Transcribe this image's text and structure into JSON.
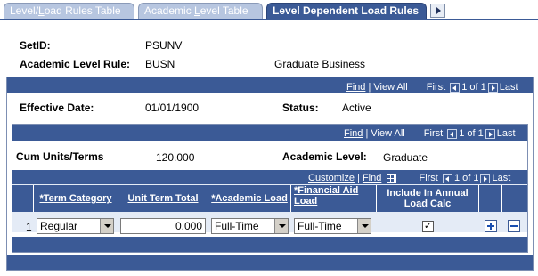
{
  "tabs": {
    "tab1": {
      "prefix": "Level/",
      "ul": "L",
      "rest": "oad Rules Table"
    },
    "tab2": {
      "prefix": "Academic ",
      "ul": "L",
      "rest": "evel Table"
    },
    "tab3": {
      "label": "Level Dependent Load Rules"
    }
  },
  "header": {
    "setid_label": "SetID:",
    "setid_value": "PSUNV",
    "level_rule_label": "Academic Level Rule:",
    "level_rule_value": "BUSN",
    "level_rule_desc": "Graduate Business"
  },
  "outer_nav": {
    "find": "Find",
    "sep": " | ",
    "view_all": "View All",
    "first": "First",
    "count": "1 of 1",
    "last": "Last"
  },
  "effective": {
    "date_label": "Effective Date:",
    "date_value": "01/01/1900",
    "status_label": "Status:",
    "status_value": "Active"
  },
  "inner_nav": {
    "find": "Find",
    "sep": " | ",
    "view_all": "View All",
    "first": "First",
    "count": "1 of 1",
    "last": "Last"
  },
  "cum": {
    "units_label": "Cum Units/Terms",
    "units_value": "120.000",
    "acad_level_label": "Academic Level:",
    "acad_level_value": "Graduate"
  },
  "grid_nav": {
    "customize": "Customize",
    "sep": " | ",
    "find": "Find",
    "first": "First",
    "count": "1 of 1",
    "last": "Last"
  },
  "grid": {
    "columns": {
      "term_category": "*Term Category",
      "unit_term_total": "Unit Term Total",
      "academic_load": "*Academic Load",
      "financial_aid_load_1": "*Financial Aid",
      "financial_aid_load_2": "Load",
      "include_annual_1": "Include In Annual",
      "include_annual_2": "Load Calc"
    },
    "rows": [
      {
        "num": "1",
        "term_category": "Regular",
        "unit_term_total": "0.000",
        "academic_load": "Full-Time",
        "financial_aid_load": "Full-Time",
        "include_annual": "✓"
      }
    ]
  },
  "colors": {
    "header_blue": "#3b5a96",
    "light_blue": "#e4ebf6",
    "tab_inactive": "#b7c6e0"
  },
  "icons": {
    "next_tab": "right-arrow-icon",
    "grid_view": "grid-view-icon",
    "add_row": "plus-icon",
    "delete_row": "minus-icon"
  }
}
